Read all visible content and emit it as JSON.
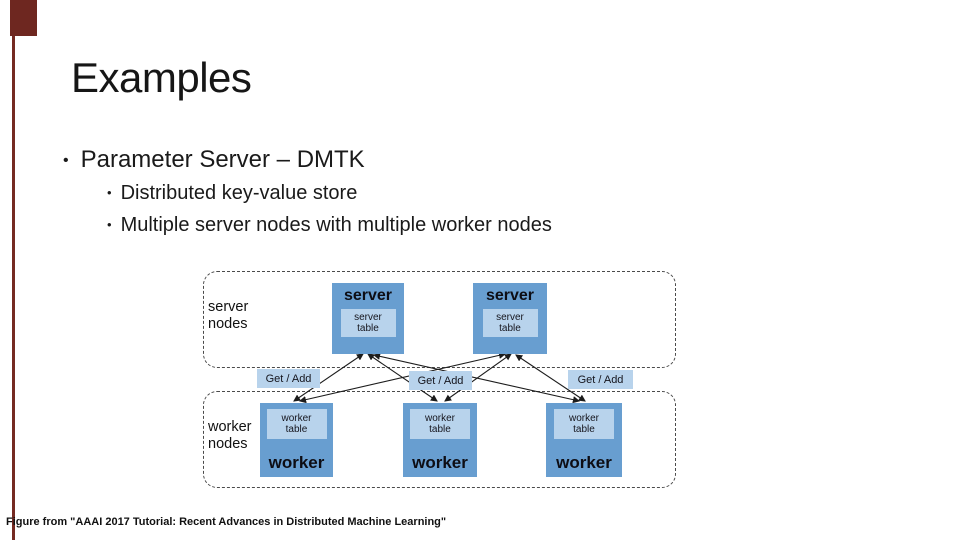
{
  "slide": {
    "title": "Examples",
    "bullet1": "Parameter Server – DMTK",
    "sub_bullets": [
      "Distributed key-value store",
      "Multiple server nodes with multiple worker nodes"
    ],
    "footer": "Figure from \"AAAI 2017 Tutorial: Recent Advances in Distributed Machine Learning\""
  },
  "diagram": {
    "server_group_label": "server\nnodes",
    "worker_group_label": "worker\nnodes",
    "servers": [
      {
        "name": "server",
        "table": "server\ntable"
      },
      {
        "name": "server",
        "table": "server\ntable"
      }
    ],
    "workers": [
      {
        "table": "worker\ntable",
        "name": "worker"
      },
      {
        "table": "worker\ntable",
        "name": "worker"
      },
      {
        "table": "worker\ntable",
        "name": "worker"
      }
    ],
    "get_add": [
      "Get / Add",
      "Get / Add",
      "Get / Add"
    ]
  },
  "colors": {
    "accent_maroon": "#752a22",
    "node_blue": "#689ed0",
    "light_blue": "#b8d3ec",
    "text": "#1a1a1a"
  }
}
